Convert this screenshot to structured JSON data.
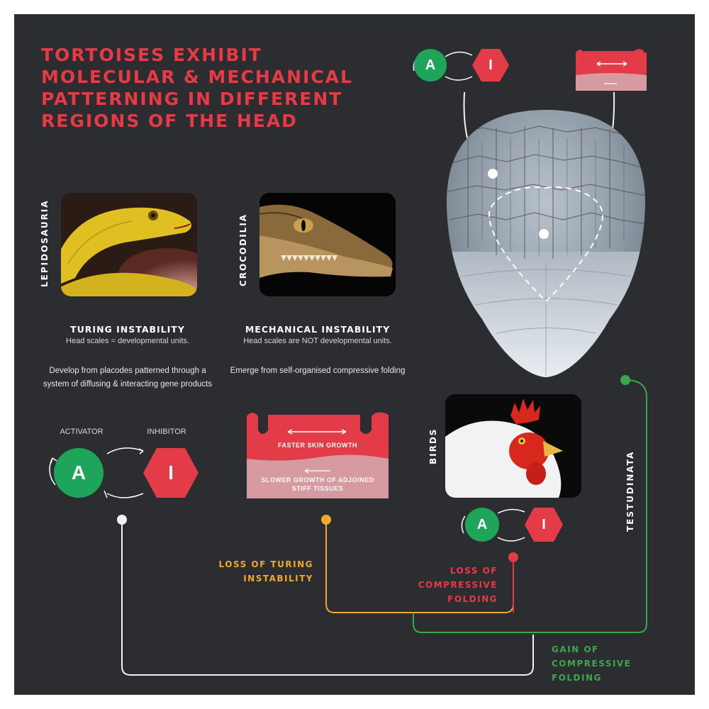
{
  "title": "TORTOISES EXHIBIT MOLECULAR & MECHANICAL PATTERNING IN DIFFERENT REGIONS OF THE HEAD",
  "groups": {
    "lepidosauria": "LEPIDOSAURIA",
    "crocodilia": "CROCODILIA",
    "birds": "BIRDS",
    "testudinata": "TESTUDINATA"
  },
  "turing": {
    "heading": "TURING INSTABILITY",
    "sub": "Head scales = developmental units.",
    "body": "Develop from placodes patterned through a system of diffusing & interacting gene products",
    "activator_caption": "ACTIVATOR",
    "inhibitor_caption": "INHIBITOR",
    "activator_letter": "A",
    "inhibitor_letter": "I"
  },
  "mechanical": {
    "heading": "MECHANICAL INSTABILITY",
    "sub": "Head scales are NOT developmental units.",
    "body": "Emerge from self-organised compressive folding",
    "faster": "FASTER SKIN GROWTH",
    "slower": "SLOWER GROWTH OF ADJOINED STIFF TISSUES"
  },
  "transitions": {
    "loss_turing": "LOSS OF TURING INSTABILITY",
    "loss_compressive": "LOSS OF COMPRESSIVE FOLDING",
    "gain_compressive": "GAIN OF COMPRESSIVE FOLDING"
  },
  "colors": {
    "background": "#2c2d30",
    "title_red": "#e63a45",
    "activator_green": "#1fa55a",
    "inhibitor_red": "#e33b47",
    "loss_turing_yellow": "#f0a92a",
    "gain_green": "#3aa84a",
    "line_white": "#f2f2f2"
  },
  "icons": [
    "snake-photo",
    "crocodile-photo",
    "chicken-photo",
    "tortoise-head-photo",
    "activator-inhibitor-loop",
    "compressive-folding-diagram"
  ]
}
